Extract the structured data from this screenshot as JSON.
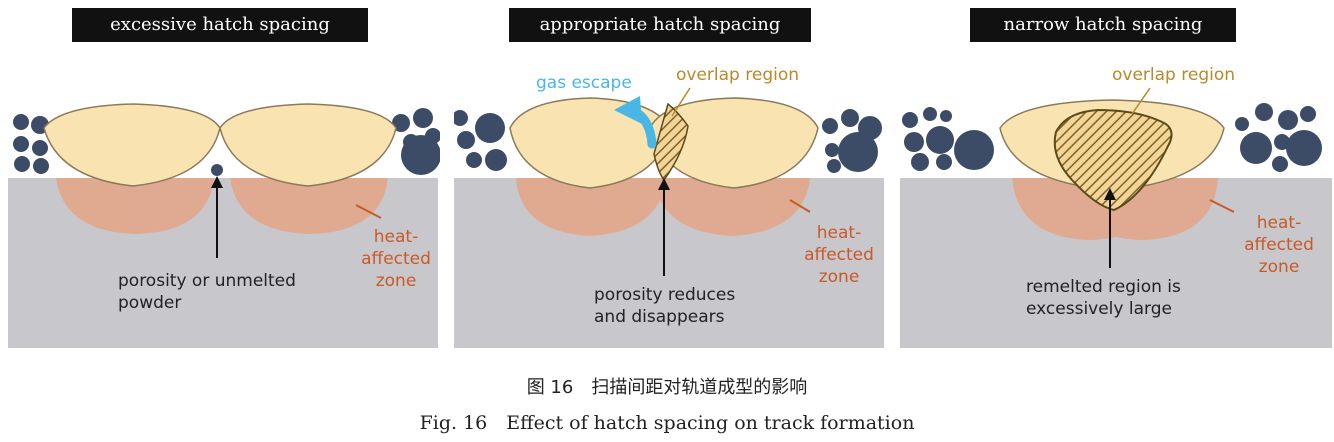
{
  "panels": {
    "excessive": {
      "title": "excessive hatch spacing",
      "porosity": [
        "porosity or unmelted",
        "powder"
      ],
      "haz": [
        "heat-",
        "affected",
        "zone"
      ]
    },
    "appropriate": {
      "title": "appropriate hatch spacing",
      "gas": "gas escape",
      "overlap": "overlap region",
      "porosity": [
        "porosity reduces",
        "and disappears"
      ],
      "haz": [
        "heat-",
        "affected",
        "zone"
      ]
    },
    "narrow": {
      "title": "narrow hatch spacing",
      "overlap": "overlap region",
      "remelted": [
        "remelted region is",
        "excessively large"
      ],
      "haz": [
        "heat-",
        "affected",
        "zone"
      ]
    }
  },
  "caption": {
    "cn": "图 16　扫描间距对轨道成型的影响",
    "en": "Fig. 16　Effect of hatch spacing on track formation"
  },
  "colors": {
    "substrate": "#c8c7cb",
    "melt_track": "#f9e3b0",
    "track_outline": "#8a7a5a",
    "heat_affected": "#e8a07e",
    "powder": "#3d4c66",
    "overlap_hatch": "#7a6420",
    "arrow": "#111111",
    "gas_arrow": "#4ab6e6",
    "haz_label": "#c85a28",
    "overlap_label": "#b8882a"
  },
  "icons": [
    "powder-particle",
    "gas-escape-arrow",
    "hatch-pattern"
  ]
}
